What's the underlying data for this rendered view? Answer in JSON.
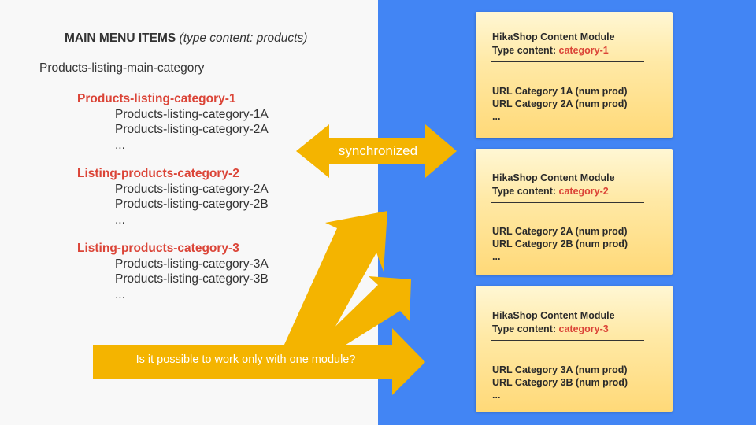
{
  "colors": {
    "left_background": "#f8f8f8",
    "right_background": "#4285f4",
    "arrow": "#f4b400",
    "category_red": "#db4437"
  },
  "menu": {
    "heading_bold": "MAIN MENU ITEMS",
    "heading_italic": "(type content: products)",
    "main_category": "Products-listing-main-category",
    "categories": [
      {
        "title": "Products-listing-category-1",
        "children": [
          "Products-listing-category-1A",
          "Products-listing-category-2A",
          "..."
        ]
      },
      {
        "title": "Listing-products-category-2",
        "children": [
          "Products-listing-category-2A",
          "Products-listing-category-2B",
          "..."
        ]
      },
      {
        "title": "Listing-products-category-3",
        "children": [
          "Products-listing-category-3A",
          "Products-listing-category-3B",
          "..."
        ]
      }
    ]
  },
  "modules": [
    {
      "title": "HikaShop Content Module",
      "type_label": "Type content:",
      "type_value": "category-1",
      "urls": [
        "URL Category 1A (num prod)",
        "URL Category 2A (num prod)",
        "..."
      ]
    },
    {
      "title": "HikaShop Content Module",
      "type_label": "Type content:",
      "type_value": "category-2",
      "urls": [
        "URL Category 2A (num prod)",
        "URL Category 2B (num prod)",
        "..."
      ]
    },
    {
      "title": "HikaShop Content Module",
      "type_label": "Type content:",
      "type_value": "category-3",
      "urls": [
        "URL Category 3A (num prod)",
        "URL Category 3B (num prod)",
        "..."
      ]
    }
  ],
  "arrows": {
    "sync_label": "synchronized",
    "question_label": "Is it possible to work only with one module?"
  }
}
